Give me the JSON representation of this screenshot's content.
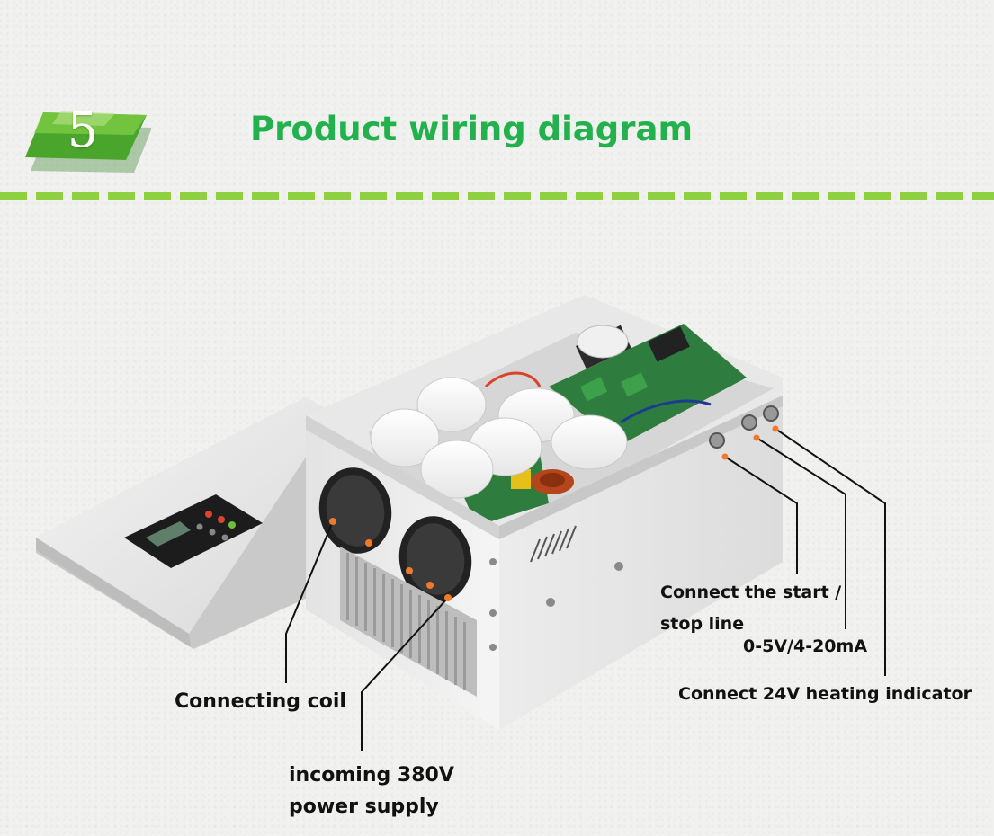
{
  "section": {
    "number": "5",
    "title": "Product wiring diagram"
  },
  "labels": {
    "connecting_coil": "Connecting coil",
    "power_supply_line1": "incoming 380V",
    "power_supply_line2": "power supply",
    "start_stop_line1": "Connect the start /",
    "start_stop_line2": "stop line",
    "analog_input": "0-5V/4-20mA",
    "heating_indicator": "Connect 24V heating indicator"
  },
  "colors": {
    "title_green": "#22b14c",
    "accent_green": "#8ed140",
    "badge_green": "#3f8f2a",
    "callout_dot": "#f07a2a"
  }
}
